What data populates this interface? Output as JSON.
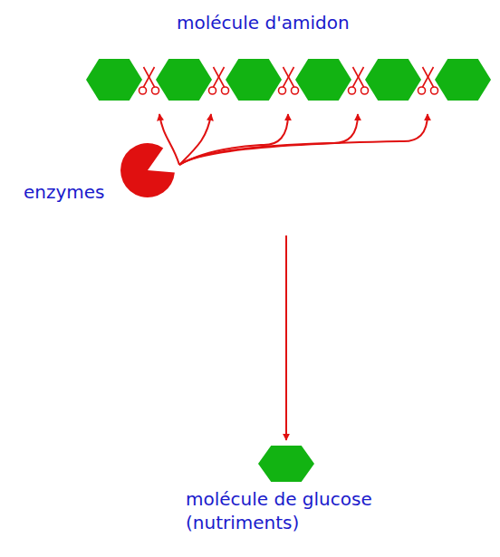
{
  "diagram": {
    "nodes": [
      {
        "text": [
          "molécule d'amidon"
        ]
      },
      {
        "text": [
          "enzymes"
        ]
      },
      {
        "text": [
          "molécule de glucose (nutriments)"
        ]
      }
    ],
    "edges": [
      {
        "from": 0,
        "to": 2,
        "arrow": "to"
      },
      {
        "from": 1,
        "to": 0,
        "arrow": "to"
      }
    ]
  }
}
